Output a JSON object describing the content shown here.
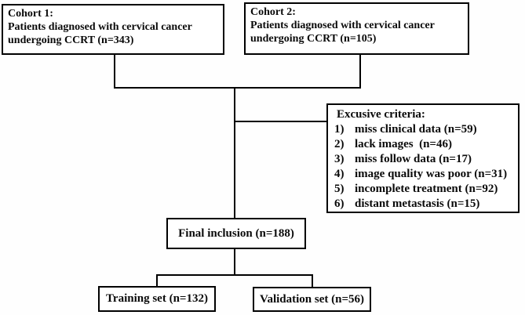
{
  "figure": {
    "type": "patient-flow-diagram",
    "colors": {
      "background": "#ffffff",
      "border": "#000000",
      "text": "#0a0a0a"
    },
    "cohort1": {
      "lines": [
        "Cohort 1:",
        "Patients diagnosed with cervical cancer",
        "undergoing CCRT (n=343)"
      ]
    },
    "cohort2": {
      "lines": [
        "Cohort 2:",
        "Patients diagnosed with cervical cancer",
        "undergoing CCRT (n=105)"
      ]
    },
    "exclusion": {
      "title": "Excusive criteria:",
      "items": [
        {
          "num": "1)",
          "text": "miss clinical data (n=59)"
        },
        {
          "num": "2)",
          "text": "lack images  (n=46)"
        },
        {
          "num": "3)",
          "text": "miss follow data (n=17)"
        },
        {
          "num": "4)",
          "text": "image quality was poor (n=31)"
        },
        {
          "num": "5)",
          "text": "incomplete treatment (n=92)"
        },
        {
          "num": "6)",
          "text": "distant metastasis (n=15)"
        }
      ]
    },
    "final_inclusion": {
      "label": "Final inclusion (n=188)"
    },
    "training_set": {
      "label": "Training set (n=132)"
    },
    "validation_set": {
      "label": "Validation set (n=56)"
    }
  }
}
